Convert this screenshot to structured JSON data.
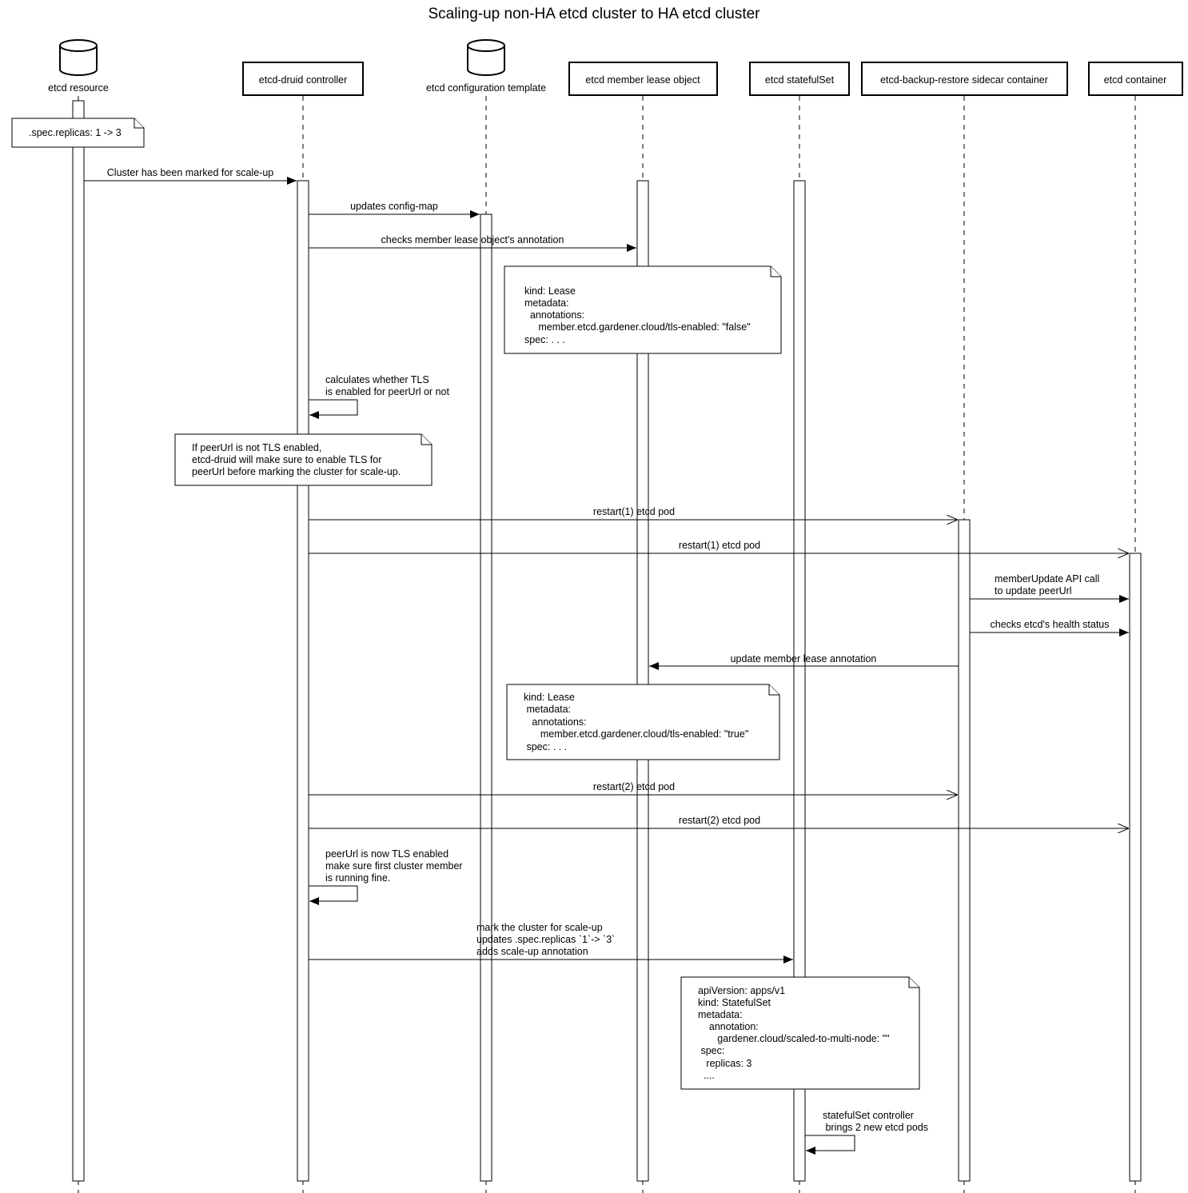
{
  "title": "Scaling-up non-HA etcd cluster to HA etcd cluster",
  "participants": {
    "etcd_resource": "etcd resource",
    "druid": "etcd-druid controller",
    "config_template": "etcd configuration template",
    "lease": "etcd member lease object",
    "statefulset": "etcd statefulSet",
    "sidecar": "etcd-backup-restore sidecar container",
    "etcd": "etcd container"
  },
  "messages": {
    "marked_scale_up": "Cluster  has been marked for scale-up",
    "updates_config_map": "updates config-map",
    "checks_lease_annotation": "checks member lease object's annotation",
    "calc_tls": [
      "calculates whether TLS",
      "is enabled for peerUrl or not"
    ],
    "restart1_sidecar": "restart(1) etcd pod",
    "restart1_etcd": "restart(1) etcd pod",
    "member_update": [
      "memberUpdate API call",
      "to update peerUrl"
    ],
    "checks_health": "checks etcd's health status",
    "update_lease_annotation": "update member lease annotation",
    "restart2_sidecar": "restart(2) etcd pod",
    "restart2_etcd": "restart(2) etcd pod",
    "peer_tls_enabled": [
      "peerUrl is now TLS enabled",
      "make sure first cluster member",
      "is running fine."
    ],
    "mark_cluster": [
      "mark the cluster for scale-up",
      "updates .spec.replicas `1`-> `3`",
      "adds scale-up annotation"
    ],
    "sts_controller": [
      "statefulSet controller",
      " brings 2 new etcd pods"
    ]
  },
  "notes": {
    "replicas": [
      ".spec.replicas: 1 -> 3"
    ],
    "lease_false": [
      "kind: Lease",
      "metadata:",
      "  annotations:",
      "     member.etcd.gardener.cloud/tls-enabled: \"false\"",
      "spec: . . ."
    ],
    "peer_url_tls": [
      "If peerUrl is not TLS enabled,",
      "etcd-druid will make sure to enable TLS for",
      "peerUrl before marking the cluster for scale-up."
    ],
    "lease_true": [
      "kind: Lease",
      " metadata:",
      "   annotations:",
      "      member.etcd.gardener.cloud/tls-enabled: \"true\"",
      " spec: . . ."
    ],
    "statefulset": [
      "apiVersion: apps/v1",
      "kind: StatefulSet",
      "metadata:",
      "    annotation:",
      "       gardener.cloud/scaled-to-multi-node: \"\"",
      " spec:",
      "   replicas: 3",
      "  ...."
    ]
  }
}
